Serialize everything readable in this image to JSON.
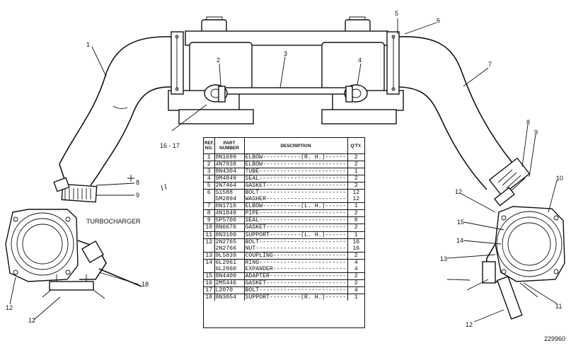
{
  "figure_id": "229960",
  "labels": {
    "turbocharger": "TURBOCHARGER",
    "callout_16_17": "16 - 17",
    "callout_1": "1",
    "callout_2": "2",
    "callout_3": "3",
    "callout_4": "4",
    "callout_5": "5",
    "callout_6": "6",
    "callout_7": "7",
    "callout_8_left": "8",
    "callout_9_left": "9",
    "callout_8_right": "8",
    "callout_9_right": "9",
    "callout_10": "10",
    "callout_11": "11",
    "callout_12_left_a": "12",
    "callout_12_left_b": "12",
    "callout_12_right_a": "12",
    "callout_12_right_b": "12",
    "callout_13": "13",
    "callout_14": "14",
    "callout_15": "15",
    "callout_18": "18"
  },
  "parts_table": {
    "headers": {
      "ref": "REF. NO.",
      "part": "PART NUMBER",
      "desc": "DESCRIPTION",
      "qty": "Q'TY."
    },
    "rows": [
      {
        "ref": "1",
        "part": "8N1699",
        "desc": "ELBOW-----------(R. H.)------",
        "qty": "2"
      },
      {
        "ref": "2",
        "part": "4N7938",
        "desc": "ELBOW------------------------",
        "qty": "2"
      },
      {
        "ref": "3",
        "part": "8N4304",
        "desc": "TUBE-------------------------",
        "qty": "1"
      },
      {
        "ref": "4",
        "part": "9M4849",
        "desc": "SEAL-------------------------",
        "qty": "2"
      },
      {
        "ref": "5",
        "part": "2N7464",
        "desc": "GASKET-----------------------",
        "qty": "2"
      },
      {
        "ref": "6",
        "part": "S1588",
        "desc": "BOLT-------------------------",
        "qty": "12"
      },
      {
        "ref": "",
        "part": "5M2894",
        "desc": "WASHER-----------------------",
        "qty": "12"
      },
      {
        "ref": "7",
        "part": "8N1710",
        "desc": "ELBOW-----------(L. H.)------",
        "qty": "1"
      },
      {
        "ref": "8",
        "part": "4N1849",
        "desc": "PIPE-------------------------",
        "qty": "2"
      },
      {
        "ref": "9",
        "part": "5P5700",
        "desc": "SEAL-------------------------",
        "qty": "8"
      },
      {
        "ref": "10",
        "part": "8N6676",
        "desc": "GASKET-----------------------",
        "qty": "2"
      },
      {
        "ref": "11",
        "part": "8N3109",
        "desc": "SUPPORT---------(L. H.)------",
        "qty": "1"
      },
      {
        "ref": "12",
        "part": "2N2765",
        "desc": "BOLT-------------------------",
        "qty": "16"
      },
      {
        "ref": "",
        "part": "2N2766",
        "desc": "NUT--------------------------",
        "qty": "16"
      },
      {
        "ref": "13",
        "part": "9L5839",
        "desc": "COUPLING---------------------",
        "qty": "2"
      },
      {
        "ref": "14",
        "part": "6L2961",
        "desc": "RING-------------------------",
        "qty": "4"
      },
      {
        "ref": "",
        "part": "6L2960",
        "desc": "EXPANDER---------------------",
        "qty": "4"
      },
      {
        "ref": "15",
        "part": "8N4400",
        "desc": "ADAPTER----------------------",
        "qty": "2"
      },
      {
        "ref": "16",
        "part": "2M5446",
        "desc": "GASKET-----------------------",
        "qty": "2"
      },
      {
        "ref": "17",
        "part": "L2070",
        "desc": "BOLT-------------------------",
        "qty": "4"
      },
      {
        "ref": "18",
        "part": "8N3054",
        "desc": "SUPPORT---------(R. H.)------",
        "qty": "1"
      }
    ]
  }
}
